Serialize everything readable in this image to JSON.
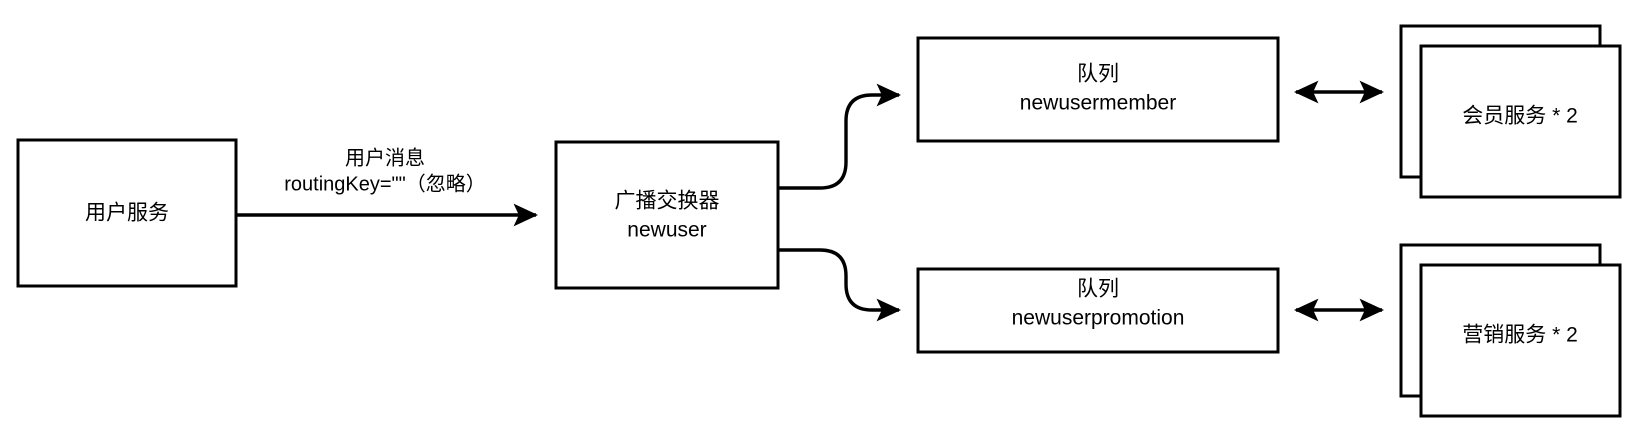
{
  "diagram": {
    "title": "RabbitMQ fanout exchange broadcast flow",
    "background_color": "#ffffff",
    "stroke_color": "#000000",
    "nodes": {
      "user_service": {
        "label": "用户服务",
        "shape": "rectangle"
      },
      "exchange": {
        "label_line1": "广播交换器",
        "label_line2": "newuser",
        "shape": "rectangle"
      },
      "queue_member": {
        "label_line1": "队列",
        "label_line2": "newusermember",
        "shape": "rectangle"
      },
      "queue_promotion": {
        "label_line1": "队列",
        "label_line2": "newuserpromotion",
        "shape": "rectangle"
      },
      "member_service": {
        "label": "会员服务 * 2",
        "shape": "stacked-rectangle"
      },
      "promotion_service": {
        "label": "营销服务 * 2",
        "shape": "stacked-rectangle"
      }
    },
    "edges": {
      "user_to_exchange": {
        "label_line1": "用户消息",
        "label_line2": "routingKey=\"\"（忽略）",
        "arrow": "single"
      },
      "exchange_to_queue_member": {
        "label": "",
        "arrow": "single"
      },
      "exchange_to_queue_promotion": {
        "label": "",
        "arrow": "single"
      },
      "queue_member_to_member_service": {
        "label": "",
        "arrow": "double"
      },
      "queue_promotion_to_promotion_service": {
        "label": "",
        "arrow": "double"
      }
    }
  }
}
